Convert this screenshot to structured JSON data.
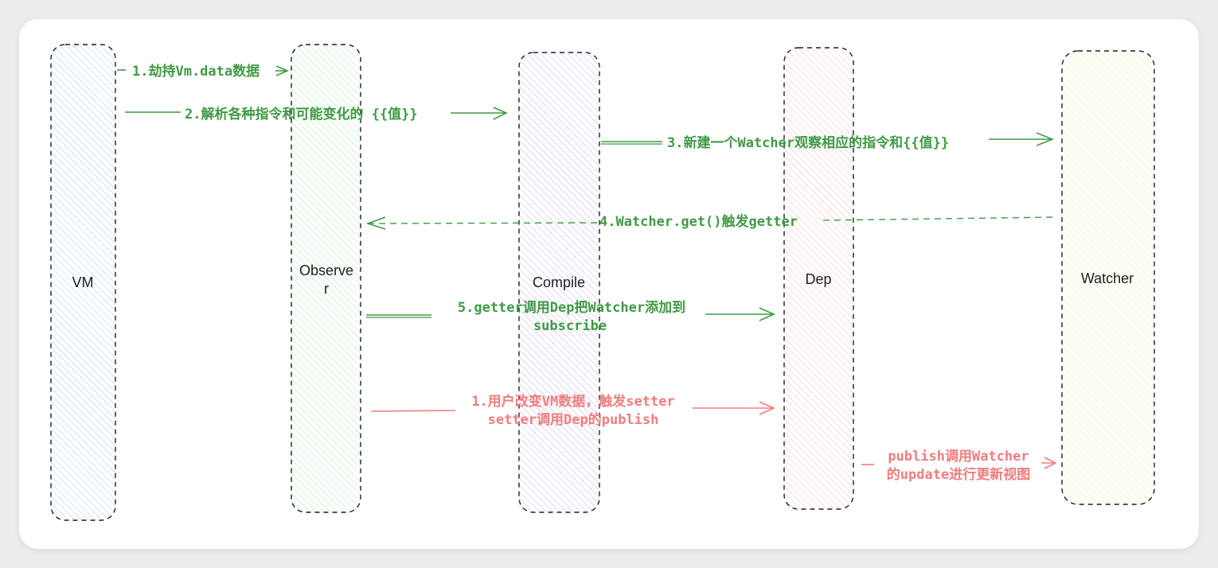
{
  "colors": {
    "green": "#3f9b45",
    "red": "#f07d7d",
    "vm_fill": "#a5d0f5",
    "observer_fill": "#b2ecb4",
    "compile_fill": "#cdb8f2",
    "dep_fill": "#f8c0c4",
    "watcher_fill": "#f4ef9c"
  },
  "nodes": {
    "vm": "VM",
    "observer_line1": "Observe",
    "observer_line2": "r",
    "compile": "Compile",
    "dep": "Dep",
    "watcher": "Watcher"
  },
  "messages": {
    "m1": "1.劫持Vm.data数据",
    "m2": "2.解析各种指令和可能变化的 {{值}}",
    "m3": "3.新建一个Watcher观察相应的指令和{{值}}",
    "m4": "4.Watcher.get()触发getter",
    "m5_line1": "5.getter调用Dep把Watcher添加到",
    "m5_line2": "subscribe",
    "r1_line1": "1.用户改变VM数据，触发setter",
    "r1_line2": "setter调用Dep的publish",
    "r2_line1": "publish调用Watcher",
    "r2_line2": "的update进行更新视图"
  }
}
